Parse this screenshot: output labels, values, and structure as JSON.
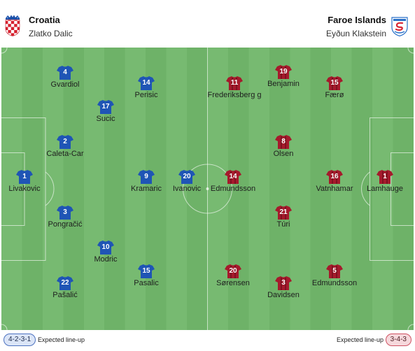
{
  "home": {
    "team": "Croatia",
    "coach": "Zlatko Dalic",
    "formation": "4-2-3-1",
    "crest_icon": "croatia-crest-icon",
    "jersey_color": "#1f55b5",
    "players": [
      {
        "number": "4",
        "name": "Gvardiol"
      },
      {
        "number": "14",
        "name": "Perisic"
      },
      {
        "number": "17",
        "name": "Sucic"
      },
      {
        "number": "2",
        "name": "Caleta-Car"
      },
      {
        "number": "1",
        "name": "Livakovic"
      },
      {
        "number": "9",
        "name": "Kramaric"
      },
      {
        "number": "20",
        "name": "Ivanovic"
      },
      {
        "number": "3",
        "name": "Pongračić"
      },
      {
        "number": "10",
        "name": "Modric"
      },
      {
        "number": "15",
        "name": "Pasalic"
      },
      {
        "number": "22",
        "name": "Pašalić"
      }
    ]
  },
  "away": {
    "team": "Faroe Islands",
    "coach": "Eyðun Klakstein",
    "formation": "3-4-3",
    "crest_icon": "faroe-islands-crest-icon",
    "jersey_color": "#a51a2c",
    "players": [
      {
        "number": "11",
        "name": "Frederiksberg g"
      },
      {
        "number": "19",
        "name": "Benjamin"
      },
      {
        "number": "15",
        "name": "Færø"
      },
      {
        "number": "8",
        "name": "Olsen"
      },
      {
        "number": "14",
        "name": "Edmundsson"
      },
      {
        "number": "16",
        "name": "Vatnhamar"
      },
      {
        "number": "1",
        "name": "Lamhauge"
      },
      {
        "number": "21",
        "name": "Túri"
      },
      {
        "number": "20",
        "name": "Sørensen"
      },
      {
        "number": "3",
        "name": "Davidsen"
      },
      {
        "number": "5",
        "name": "Edmundsson"
      }
    ]
  },
  "footer": {
    "home_label": "Expected line-up",
    "away_label": "Expected line-up"
  }
}
